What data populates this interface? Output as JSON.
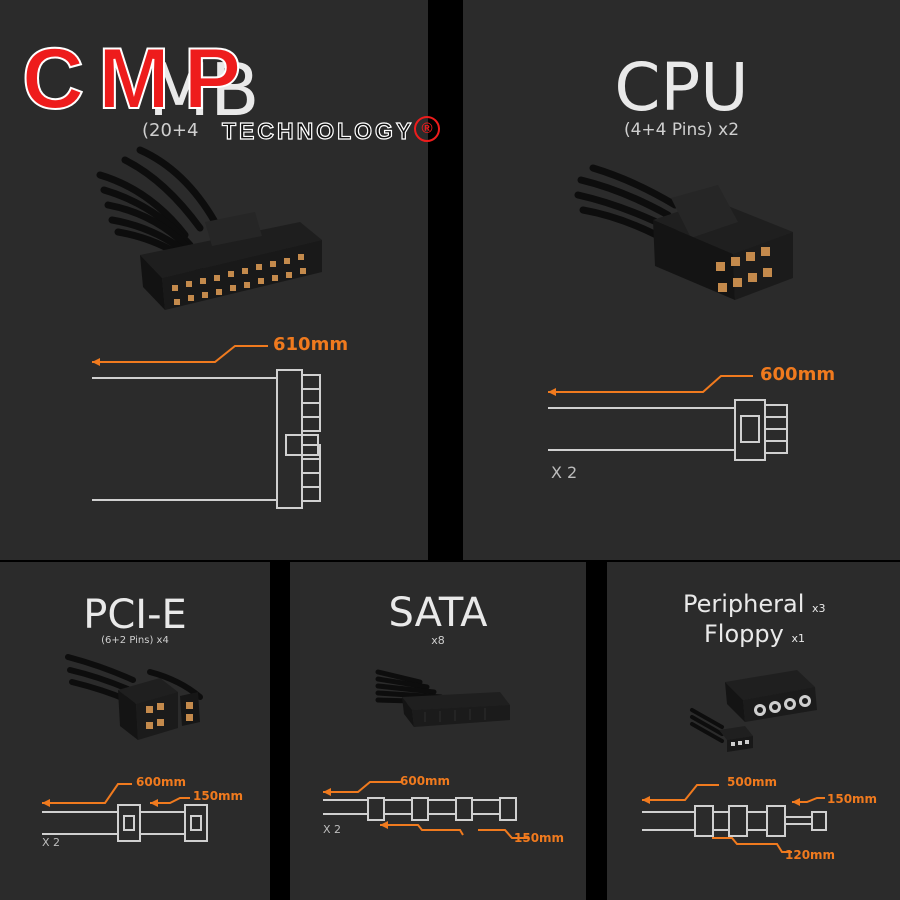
{
  "brand": {
    "logo": "CMP",
    "sub": "TECHNOLOGY",
    "reg": "®"
  },
  "panels": {
    "mb": {
      "title": "MB",
      "pins": "(20+4",
      "length": "610mm"
    },
    "cpu": {
      "title": "CPU",
      "pins": "(4+4 Pins) x2",
      "length": "600mm",
      "count": "X 2"
    },
    "pcie": {
      "title": "PCI-E",
      "pins": "(6+2 Pins) x4",
      "length1": "600mm",
      "length2": "150mm",
      "count": "X 2"
    },
    "sata": {
      "title": "SATA",
      "pins": "x8",
      "length1": "600mm",
      "length2": "150mm",
      "count": "X 2"
    },
    "periph": {
      "title1": "Peripheral",
      "qty1": "x3",
      "title2": "Floppy",
      "qty2": "x1",
      "length1": "500mm",
      "length2": "150mm",
      "length3": "120mm"
    }
  },
  "colors": {
    "background": "#2b2b2b",
    "accent": "#f07a1e",
    "logo": "#ee1c1c",
    "line": "#cfcfcf"
  }
}
